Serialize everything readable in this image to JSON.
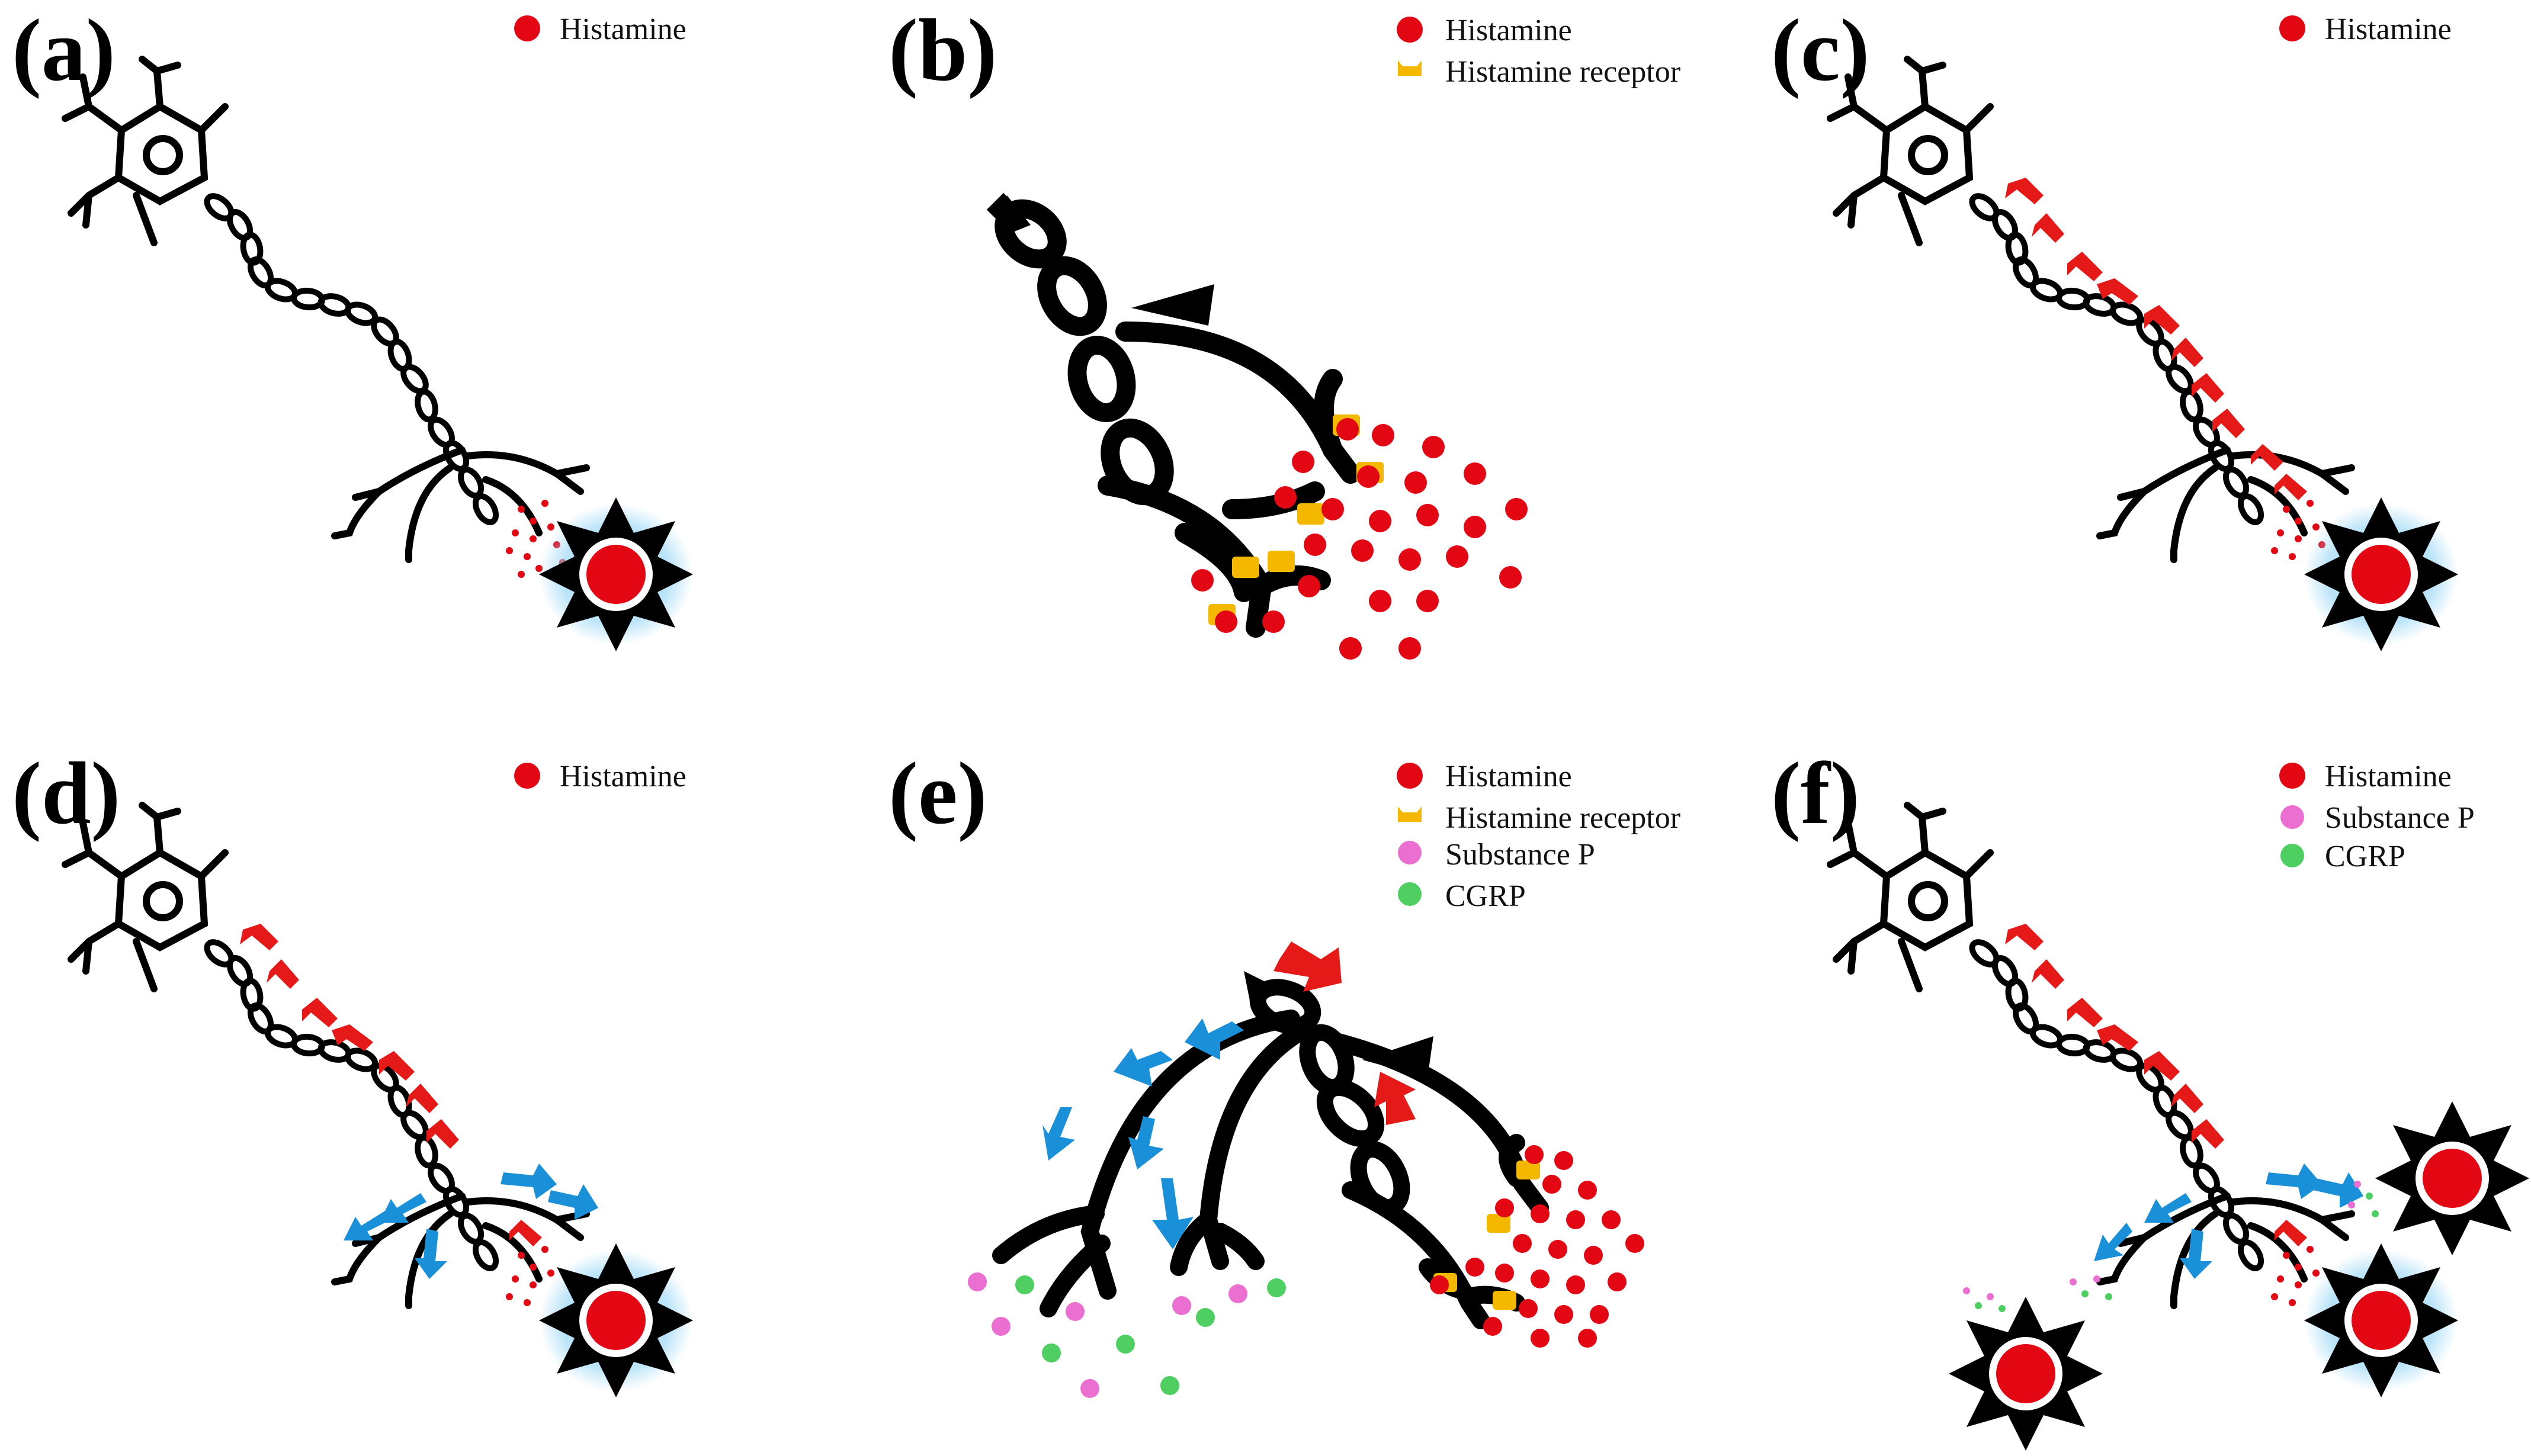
{
  "figure": {
    "panels": [
      {
        "label": "(a)",
        "legend": [
          {
            "text": "Histamine",
            "marker": "histamine"
          }
        ]
      },
      {
        "label": "(b)",
        "legend": [
          {
            "text": "Histamine",
            "marker": "histamine"
          },
          {
            "text": "Histamine receptor",
            "marker": "receptor"
          }
        ]
      },
      {
        "label": "(c)",
        "legend": [
          {
            "text": "Histamine",
            "marker": "histamine"
          }
        ]
      },
      {
        "label": "(d)",
        "legend": [
          {
            "text": "Histamine",
            "marker": "histamine"
          }
        ]
      },
      {
        "label": "(e)",
        "legend": [
          {
            "text": "Histamine",
            "marker": "histamine"
          },
          {
            "text": "Histamine receptor",
            "marker": "receptor"
          },
          {
            "text": "Substance P",
            "marker": "substance-p"
          },
          {
            "text": "CGRP",
            "marker": "cgrp"
          }
        ]
      },
      {
        "label": "(f)",
        "legend": [
          {
            "text": "Histamine",
            "marker": "histamine"
          },
          {
            "text": "Substance P",
            "marker": "substance-p"
          },
          {
            "text": "CGRP",
            "marker": "cgrp"
          }
        ]
      }
    ]
  },
  "colors": {
    "histamine": "#e30613",
    "receptor": "#f5b800",
    "substance_p": "#ea6fd0",
    "cgrp": "#4fcf62",
    "afferent_arrow": "#e61919",
    "efferent_arrow": "#1a90d8",
    "mast_cell_glow": "#8fd3f4",
    "neuron": "#000000"
  }
}
